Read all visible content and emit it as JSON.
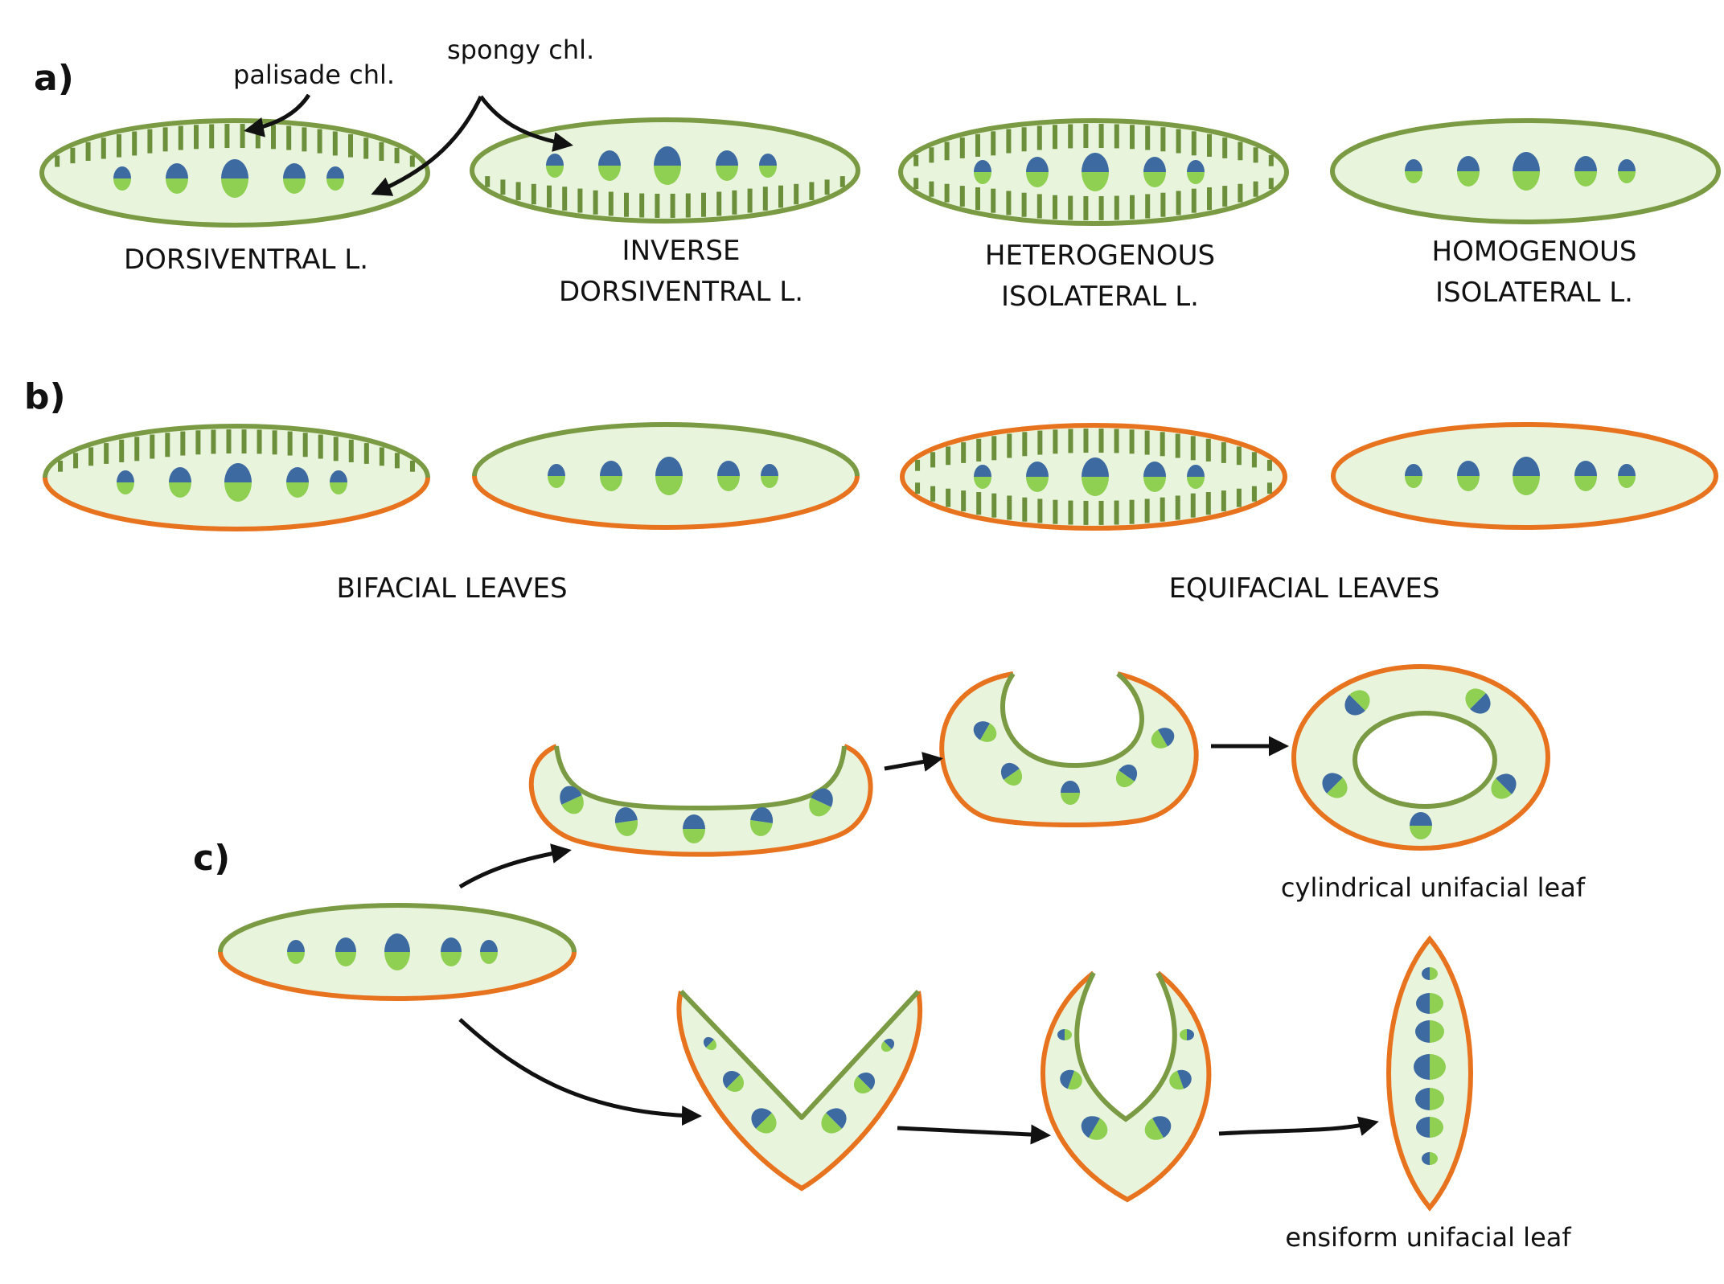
{
  "sections": {
    "a": "a)",
    "b": "b)",
    "c": "c)"
  },
  "annotations": {
    "palisade": "palisade chl.",
    "spongy": "spongy chl."
  },
  "row_a_labels": [
    [
      "DORSIVENTRAL L."
    ],
    [
      "INVERSE",
      "DORSIVENTRAL L."
    ],
    [
      "HETEROGENOUS",
      "ISOLATERAL L."
    ],
    [
      "HOMOGENOUS",
      "ISOLATERAL L."
    ]
  ],
  "row_b_labels": {
    "bifacial": "BIFACIAL LEAVES",
    "equifacial": "EQUIFACIAL LEAVES"
  },
  "row_c_labels": {
    "cylindrical": "cylindrical unifacial leaf",
    "ensiform": "ensiform unifacial leaf"
  },
  "colors": {
    "palisade_stroke": "#6b8f3a",
    "epidermis_green": "#7a9a44",
    "epidermis_orange": "#e8731f",
    "mesophyll": "#e8f4dc",
    "xylem": "#3d6aa1",
    "phloem": "#8fcf52",
    "arrow": "#111111"
  }
}
